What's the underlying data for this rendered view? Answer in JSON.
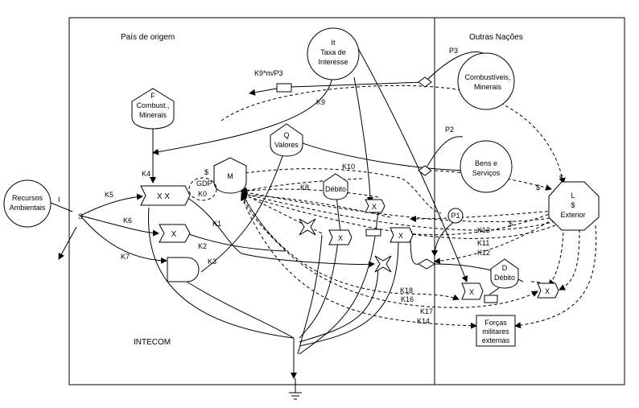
{
  "regions": {
    "origin": "País de origem",
    "other": "Outras Nações",
    "intecom": "INTECOM"
  },
  "nodes": {
    "recursos": [
      "Recursos",
      "Ambientais"
    ],
    "fuel_origin": [
      "F",
      "Combust.,",
      "Minerais"
    ],
    "interest": [
      "It",
      "Taxa de",
      "Interesse"
    ],
    "fuel_foreign": [
      "Combustíveis,",
      "Minerais"
    ],
    "values": [
      "Q",
      "Valores"
    ],
    "money": "M",
    "goods": [
      "Bens  e",
      "Serviços"
    ],
    "exterior": [
      "L",
      "$",
      "Exterior"
    ],
    "debt_origin": "Débito",
    "debt_foreign": [
      "D",
      "Débito"
    ],
    "p1": "P1",
    "military": [
      "Forças",
      "militares",
      "externas"
    ]
  },
  "labels": {
    "k9p3": "K9*m/P3",
    "k9": "K9",
    "p3": "P3",
    "p2": "P2",
    "k4": "K4",
    "k5": "K5",
    "k6": "K6",
    "k7": "K7",
    "k1": "K1",
    "k2": "K2",
    "k3": "K3",
    "k8": "K8",
    "k10": "K10",
    "k11": "K11",
    "k12": "K12",
    "k13": "K13",
    "k14": "K14",
    "k16": "K16",
    "k17": "K17",
    "k18": "K18",
    "gdp": "GDP",
    "k0": "K0",
    "i": "I",
    "s": "S",
    "dollar_m": "$",
    "dollar_l1": "$",
    "dollar_l2": "$",
    "dollar_k13": "$",
    "xx": "X X",
    "x6": "X",
    "x_a": "X",
    "x_b": "X",
    "x_c": "X",
    "x_d": "X",
    "x_e": "X"
  }
}
